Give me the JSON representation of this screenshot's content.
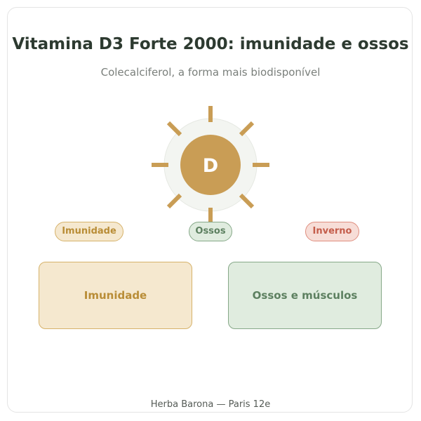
{
  "header": {
    "title": "Vitamina D3 Forte 2000: imunidade e ossos",
    "subtitle": "Colecalciferol, a forma mais biodisponível"
  },
  "sun_icon": {
    "icon": "sun-icon",
    "letter": "D",
    "color": "#c99d55",
    "halo_color": "#f3f5f1"
  },
  "tags": [
    {
      "label": "Imunidade",
      "color": "#d6b26a"
    },
    {
      "label": "Ossos",
      "color": "#86a888"
    },
    {
      "label": "Inverno",
      "color": "#df8e7f"
    }
  ],
  "panels": [
    {
      "label": "Imunidade",
      "color": "#d6b26a"
    },
    {
      "label": "Ossos e músculos",
      "color": "#86a888"
    }
  ],
  "footer": {
    "text": "Herba Barona — Paris 12e"
  }
}
